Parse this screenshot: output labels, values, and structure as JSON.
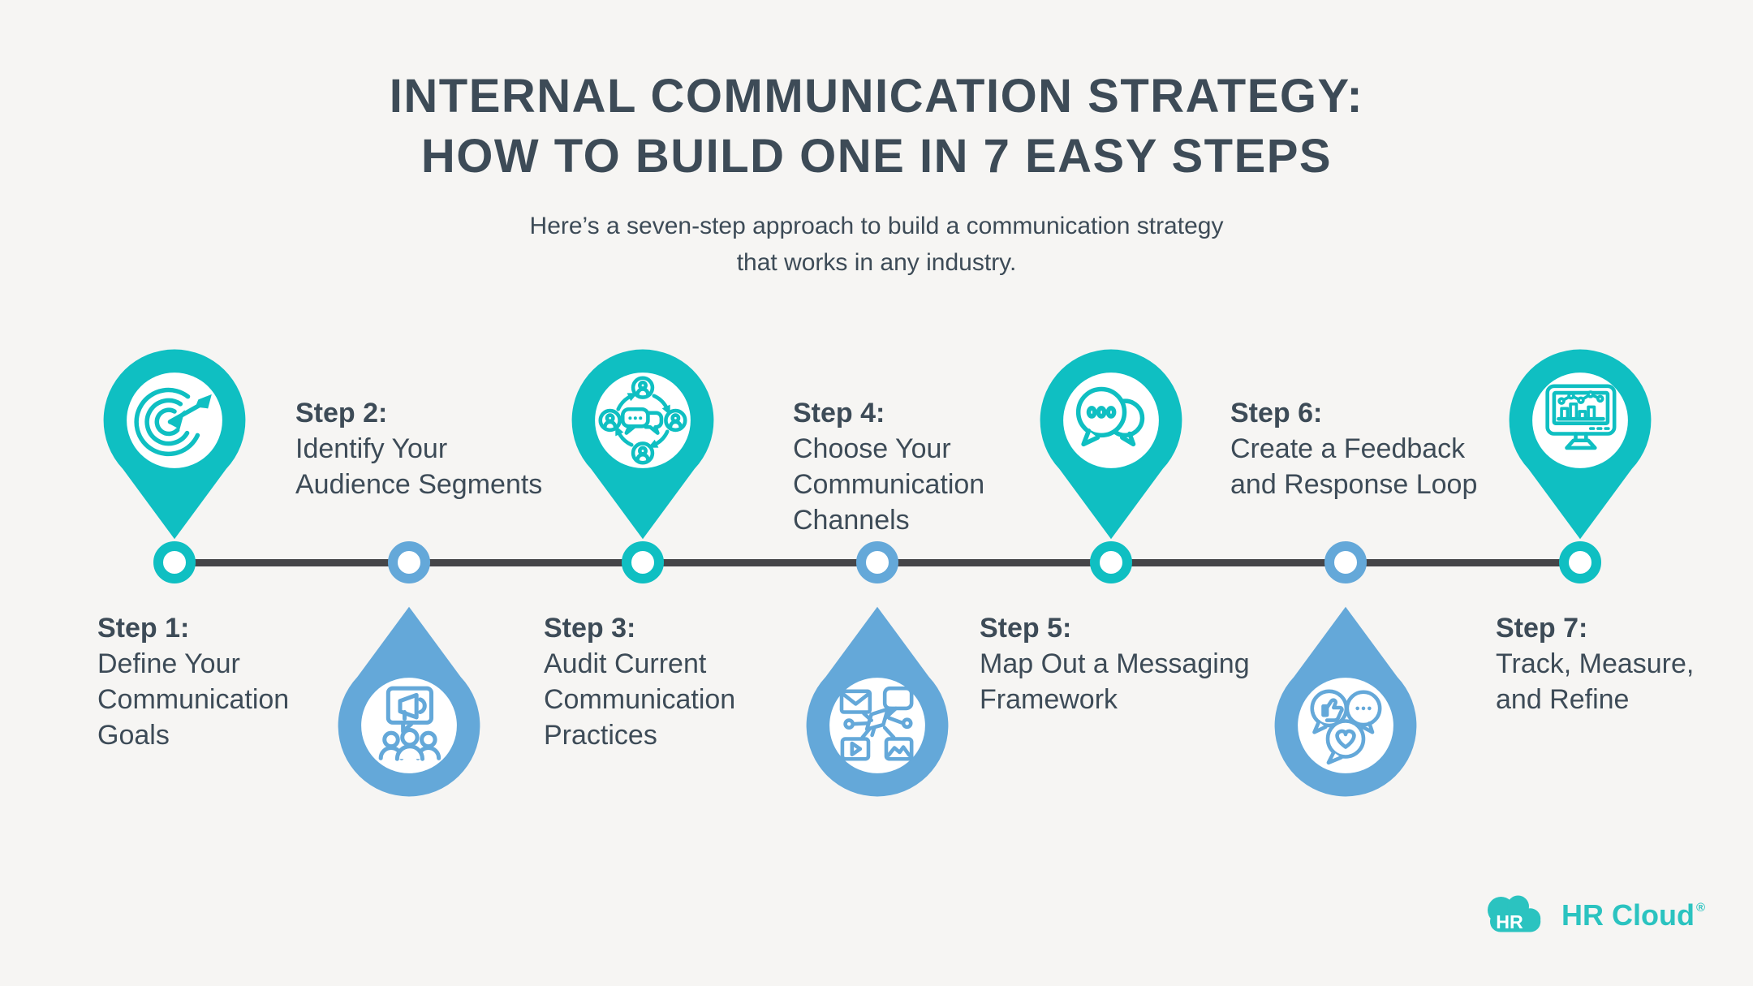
{
  "colors": {
    "bg": "#F6F5F3",
    "teal": "#0FBFC2",
    "blue": "#64A8D9",
    "dark": "#3D4B57",
    "line": "#454548",
    "white": "#FFFFFF",
    "logoteal": "#2BC3C0"
  },
  "header": {
    "title_line1": "INTERNAL COMMUNICATION STRATEGY:",
    "title_line2": "HOW TO BUILD ONE IN 7 EASY STEPS",
    "subtitle_line1": "Here’s a seven-step approach to build a communication strategy",
    "subtitle_line2": "that works in any industry."
  },
  "steps": [
    {
      "label": "Step 1:",
      "line1": "Define Your",
      "line2": "Communication",
      "line3": "Goals",
      "icon": "target",
      "pin_color": "#0FBFC2",
      "pin_side": "above-line"
    },
    {
      "label": "Step 2:",
      "line1": "Identify Your",
      "line2": "Audience Segments",
      "icon": "megaphone-audience",
      "pin_color": "#64A8D9",
      "pin_side": "below-line"
    },
    {
      "label": "Step 3:",
      "line1": "Audit Current",
      "line2": "Communication",
      "line3": "Practices",
      "icon": "people-cycle",
      "pin_color": "#0FBFC2",
      "pin_side": "above-line"
    },
    {
      "label": "Step 4:",
      "line1": "Choose Your",
      "line2": "Communication",
      "line3": "Channels",
      "icon": "channels",
      "pin_color": "#64A8D9",
      "pin_side": "below-line"
    },
    {
      "label": "Step 5:",
      "line1": "Map Out a Messaging",
      "line2": "Framework",
      "icon": "chat-bubbles",
      "pin_color": "#0FBFC2",
      "pin_side": "above-line"
    },
    {
      "label": "Step 6:",
      "line1": "Create a Feedback",
      "line2": "and Response Loop",
      "icon": "reactions",
      "pin_color": "#64A8D9",
      "pin_side": "below-line"
    },
    {
      "label": "Step 7:",
      "line1": "Track, Measure,",
      "line2": "and Refine",
      "icon": "analytics-monitor",
      "pin_color": "#0FBFC2",
      "pin_side": "above-line"
    }
  ],
  "logo": {
    "badge": "HR",
    "brand": "HR Cloud",
    "mark": "®"
  }
}
